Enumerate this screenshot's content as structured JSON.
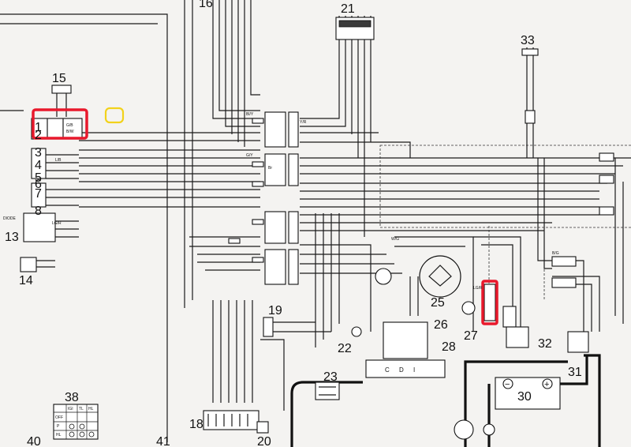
{
  "colors": {
    "highlight_red": "#e8192c",
    "highlight_yellow": "#f2d21b",
    "ink": "#1a1a1a"
  },
  "components": {
    "c15": "15",
    "c16": "16",
    "c21": "21",
    "c33": "33",
    "c13": "13",
    "c14": "14",
    "c19": "19",
    "c22": "22",
    "c23": "23",
    "c25": "25",
    "c26": "26",
    "c27": "27",
    "c28": "28",
    "c30": "30",
    "c31": "31",
    "c32": "32",
    "c18": "18",
    "c20": "20",
    "c38": "38",
    "c40": "40",
    "c41": "41"
  },
  "connector_numbers": [
    "1",
    "2",
    "3",
    "4",
    "5",
    "6",
    "7",
    "8"
  ],
  "cdi_label": "C D I",
  "diode_label": "DIODE",
  "battery": {
    "minus": "−",
    "plus": "+"
  },
  "switch_table": {
    "headers": [
      "IGI",
      "TL",
      "HL"
    ],
    "rows": [
      "OFF",
      "P",
      "HL"
    ]
  },
  "wire_codes": {
    "gb": "G/B",
    "bw": "B/W",
    "yr": "Y/R",
    "bl": "Bl/Y",
    "lgr": "LG/R",
    "lb": "L/B",
    "gy": "G/Y",
    "br": "Br",
    "wg": "W/G",
    "bg": "B/G"
  }
}
